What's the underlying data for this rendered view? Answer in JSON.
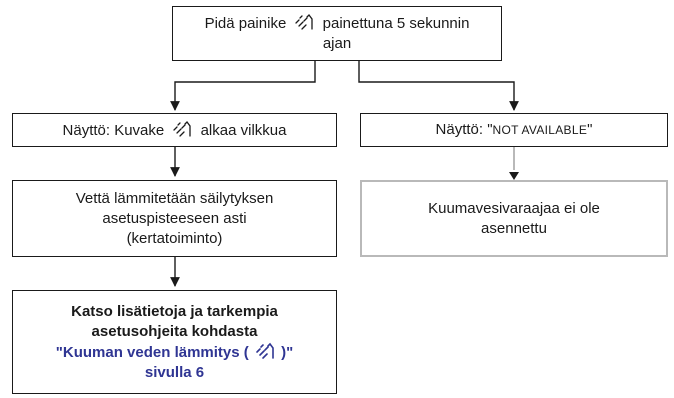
{
  "flow": {
    "start": {
      "line1_pre": "Pidä painike",
      "line1_post": "painettuna 5 sekunnin",
      "line2": "ajan",
      "icon": "hot-water-shower-icon"
    },
    "left_display": {
      "pre": "Näyttö: Kuvake",
      "post": "alkaa vilkkua",
      "icon": "hot-water-shower-icon"
    },
    "right_display": {
      "pre": "Näyttö: \"",
      "code": "NOT AVAILABLE",
      "post": "\""
    },
    "heating": {
      "line1": "Vettä lämmitetään säilytyksen",
      "line2": "asetuspisteeseen asti",
      "line3": "(kertatoiminto)"
    },
    "not_installed": {
      "line1": "Kuumavesivaraajaa ei ole",
      "line2": "asennettu"
    },
    "info": {
      "line1": "Katso lisätietoja ja tarkempia",
      "line2": "asetusohjeita kohdasta",
      "link_pre": "\"Kuuman veden lämmitys (",
      "link_post": ")\"",
      "line4": "sivulla 6",
      "icon": "hot-water-shower-icon"
    }
  },
  "colors": {
    "line": "#1a1a1a",
    "grey_border": "#b9b9b9",
    "link": "#2f3593"
  }
}
